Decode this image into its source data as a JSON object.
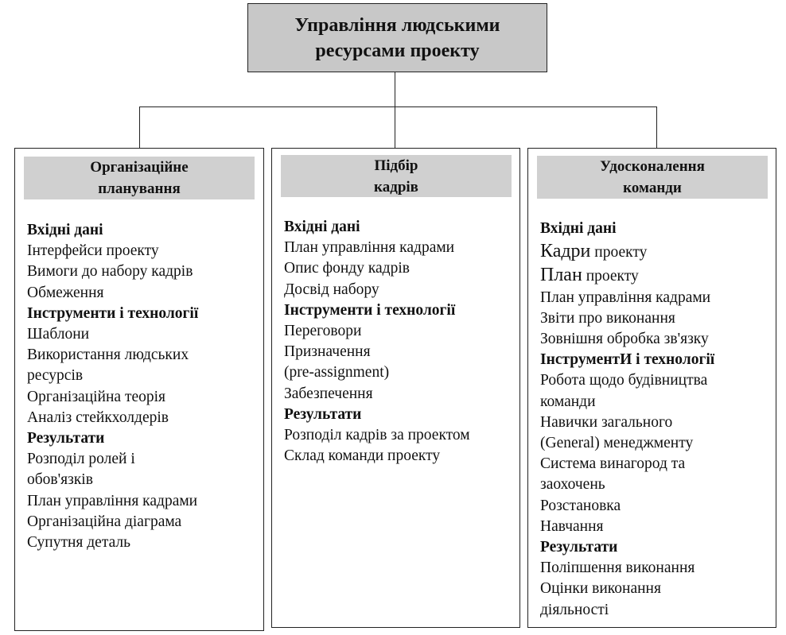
{
  "root": {
    "title": "Управління людськими\nресурсами проекту"
  },
  "columns": [
    {
      "heading": "Організаційне\nпланування",
      "sections": [
        {
          "title": "Вхідні дані",
          "items": [
            "Інтерфейси проекту",
            "Вимоги до набору кадрів",
            "Обмеження"
          ]
        },
        {
          "title": "Інструменти і технології",
          "items": [
            "Шаблони",
            "Використання людських",
            "ресурсів",
            "Організаційна теорія",
            "Аналіз стейкхолдерів"
          ]
        },
        {
          "title": "Результати",
          "items": [
            "Розподіл ролей і",
            "обов'язків",
            "План управління кадрами",
            "Організаційна діаграма",
            "Супутня деталь"
          ]
        }
      ]
    },
    {
      "heading": "Підбір\nкадрів",
      "sections": [
        {
          "title": "Вхідні дані",
          "items": [
            "План управління кадрами",
            "Опис фонду кадрів",
            "Досвід набору"
          ]
        },
        {
          "title": "Інструменти і технології",
          "items": [
            "Переговори",
            "Призначення",
            "(pre-assignment)",
            "Забезпечення"
          ]
        },
        {
          "title": "Результати",
          "items": [
            "Розподіл кадрів за проектом",
            "Склад команди проекту"
          ]
        }
      ]
    },
    {
      "heading": "Удосконалення\nкоманди",
      "sections": [
        {
          "title": "Вхідні дані",
          "items": [
            {
              "big": "Кадри",
              "rest": " проекту"
            },
            {
              "big": "План",
              "rest": " проекту"
            },
            "План управління кадрами",
            "Звіти про виконання",
            "Зовнішня обробка зв'язку"
          ]
        },
        {
          "title": "ІнструментИ і технології",
          "items": [
            "Робота щодо будівництва",
            "команди",
            "Навички загального",
            "(General) менеджменту",
            "Система винагород та",
            "заохочень",
            "Розстановка",
            "Навчання"
          ]
        },
        {
          "title": "Результати",
          "items": [
            "Поліпшення виконання",
            "Оцінки виконання",
            "діяльності"
          ]
        }
      ]
    }
  ]
}
